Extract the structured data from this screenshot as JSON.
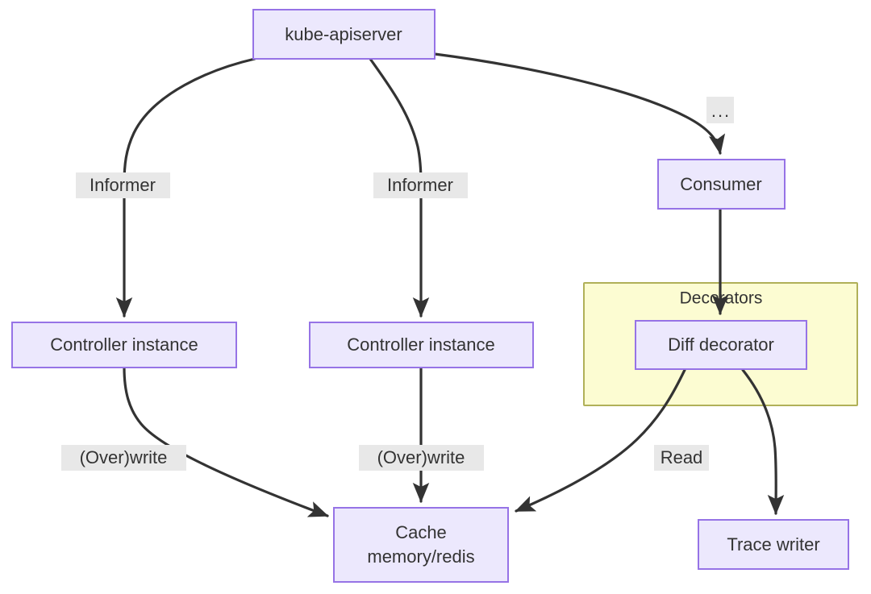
{
  "diagram": {
    "type": "flowchart",
    "title": "",
    "colors": {
      "node_fill": "#ece8fd",
      "node_border": "#9673e6",
      "group_fill": "#fcfcd2",
      "group_border": "#b0b058",
      "edge_stroke": "#333333",
      "edge_label_bg": "#e8e8e8",
      "text": "#333333",
      "background": "#ffffff"
    },
    "nodes": [
      {
        "id": "kube-apiserver",
        "label": "kube-apiserver",
        "shape": "rect",
        "kind": "node"
      },
      {
        "id": "controller-left",
        "label": "Controller instance",
        "shape": "rect",
        "kind": "node"
      },
      {
        "id": "controller-middle",
        "label": "Controller instance",
        "shape": "rect",
        "kind": "node"
      },
      {
        "id": "consumer",
        "label": "Consumer",
        "shape": "rect",
        "kind": "node"
      },
      {
        "id": "diff-decorator",
        "label": "Diff decorator",
        "shape": "rect",
        "kind": "node"
      },
      {
        "id": "cache",
        "label": "Cache memory/redis",
        "label_line1": "Cache",
        "label_line2": "memory/redis",
        "shape": "rect",
        "kind": "node"
      },
      {
        "id": "trace-writer",
        "label": "Trace writer",
        "shape": "rect",
        "kind": "node"
      }
    ],
    "groups": [
      {
        "id": "decorators",
        "label": "Decorators",
        "contains": [
          "diff-decorator"
        ]
      }
    ],
    "edges": [
      {
        "from": "kube-apiserver",
        "to": "controller-left",
        "label": "Informer",
        "arrow": true
      },
      {
        "from": "kube-apiserver",
        "to": "controller-middle",
        "label": "Informer",
        "arrow": true
      },
      {
        "from": "kube-apiserver",
        "to": "consumer",
        "label": "...",
        "arrow": true
      },
      {
        "from": "controller-left",
        "to": "cache",
        "label": "(Over)write",
        "arrow": true
      },
      {
        "from": "controller-middle",
        "to": "cache",
        "label": "(Over)write",
        "arrow": true
      },
      {
        "from": "consumer",
        "to": "diff-decorator",
        "label": "",
        "arrow": true
      },
      {
        "from": "diff-decorator",
        "to": "cache",
        "label": "Read",
        "arrow": true
      },
      {
        "from": "diff-decorator",
        "to": "trace-writer",
        "label": "",
        "arrow": true
      }
    ],
    "edge_labels": {
      "informer_left": "Informer",
      "informer_middle": "Informer",
      "ellipsis": "...",
      "overwrite_left": "(Over)write",
      "overwrite_middle": "(Over)write",
      "read": "Read"
    }
  }
}
